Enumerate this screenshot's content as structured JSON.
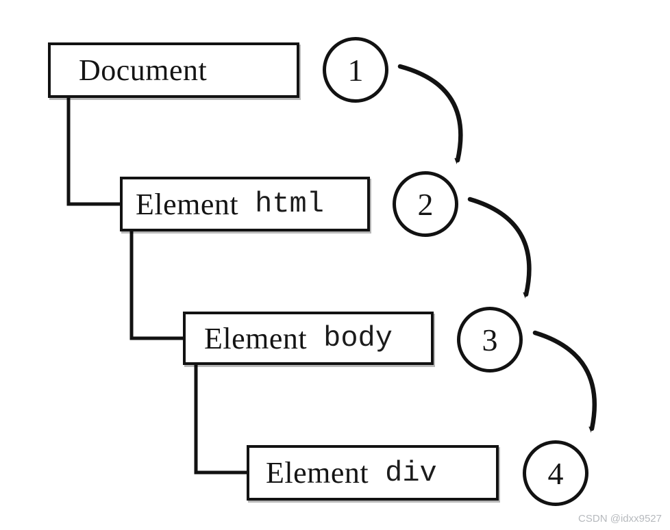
{
  "diagram": {
    "nodes": [
      {
        "serif": "Document",
        "mono": "",
        "order": "1"
      },
      {
        "serif": "Element",
        "mono": "html",
        "order": "2"
      },
      {
        "serif": "Element",
        "mono": "body",
        "order": "3"
      },
      {
        "serif": "Element",
        "mono": "div",
        "order": "4"
      }
    ],
    "stroke_color": "#121212",
    "background_color": "#ffffff"
  },
  "watermark": {
    "text": "CSDN @idxx9527",
    "color": "#b6b9bd"
  }
}
